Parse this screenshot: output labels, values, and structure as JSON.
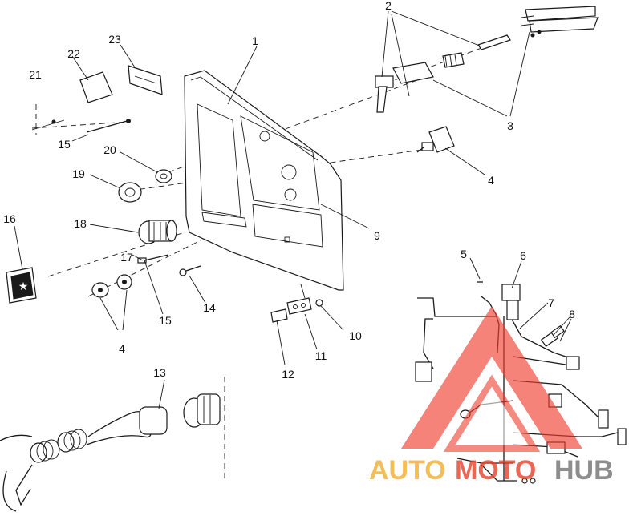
{
  "callouts": [
    {
      "n": "1"
    },
    {
      "n": "2"
    },
    {
      "n": "3"
    },
    {
      "n": "4"
    },
    {
      "n": "4"
    },
    {
      "n": "5"
    },
    {
      "n": "6"
    },
    {
      "n": "7"
    },
    {
      "n": "8"
    },
    {
      "n": "9"
    },
    {
      "n": "10"
    },
    {
      "n": "11"
    },
    {
      "n": "12"
    },
    {
      "n": "13"
    },
    {
      "n": "14"
    },
    {
      "n": "15"
    },
    {
      "n": "15"
    },
    {
      "n": "16"
    },
    {
      "n": "17"
    },
    {
      "n": "18"
    },
    {
      "n": "19"
    },
    {
      "n": "20"
    },
    {
      "n": "21"
    },
    {
      "n": "22"
    },
    {
      "n": "23"
    }
  ],
  "watermark": {
    "part1": "AUTO",
    "part2": "MOTO",
    "part3": "HUB",
    "colors": {
      "auto": "#f2b33c",
      "moto": "#e8402a",
      "hub": "#7a7a7a",
      "triangle": "#ef3d2d"
    }
  }
}
